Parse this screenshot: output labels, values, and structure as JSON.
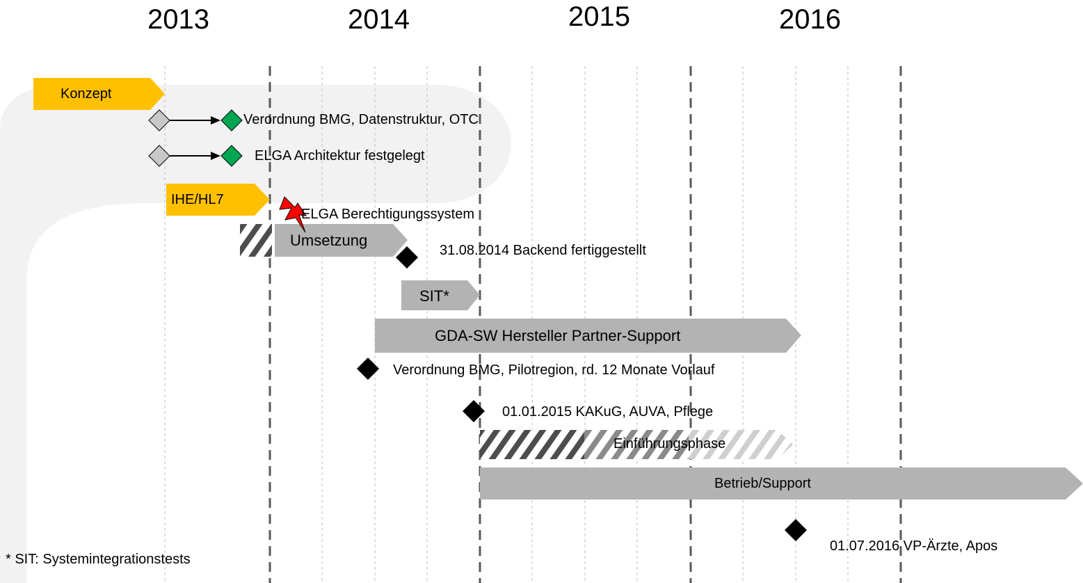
{
  "years": [
    "2013",
    "2014",
    "2015",
    "2016"
  ],
  "phases": {
    "konzept": "Konzept",
    "ihe_hl7": "IHE/HL7",
    "umsetzung": "Umsetzung",
    "sit": "SIT*",
    "gda_support": "GDA-SW Hersteller Partner-Support",
    "einfuehrung": "Einführungsphase",
    "betrieb": "Betrieb/Support"
  },
  "milestones": {
    "verordnung_bmg_datenstruktur": "Verordnung BMG, Datenstruktur, OTC",
    "elga_architektur": "ELGA Architektur festgelegt",
    "berechtigungssystem": "ELGA Berechtigungssystem",
    "backend": "31.08.2014 Backend fertiggestellt",
    "pilotregion": "Verordnung BMG, Pilotregion, rd. 12 Monate Vorlauf",
    "kakug": "01.01.2015 KAKuG, AUVA, Pflege",
    "vp_aerzte": "01.07.2016 VP-Ärzte, Apos"
  },
  "footnote": "* SIT: Systemintegrationstests",
  "colors": {
    "phase_yellow": "#FFC000",
    "bar_gray": "#B3B3B3",
    "milestone_done": "#00A651",
    "milestone_planned": "#C8C8C8",
    "milestone_key": "#000000",
    "risk": "#FF0000",
    "background_swoosh": "#F2F2F2"
  },
  "icons": {
    "risk": "lightning-bolt-icon",
    "milestone": "diamond-icon"
  }
}
